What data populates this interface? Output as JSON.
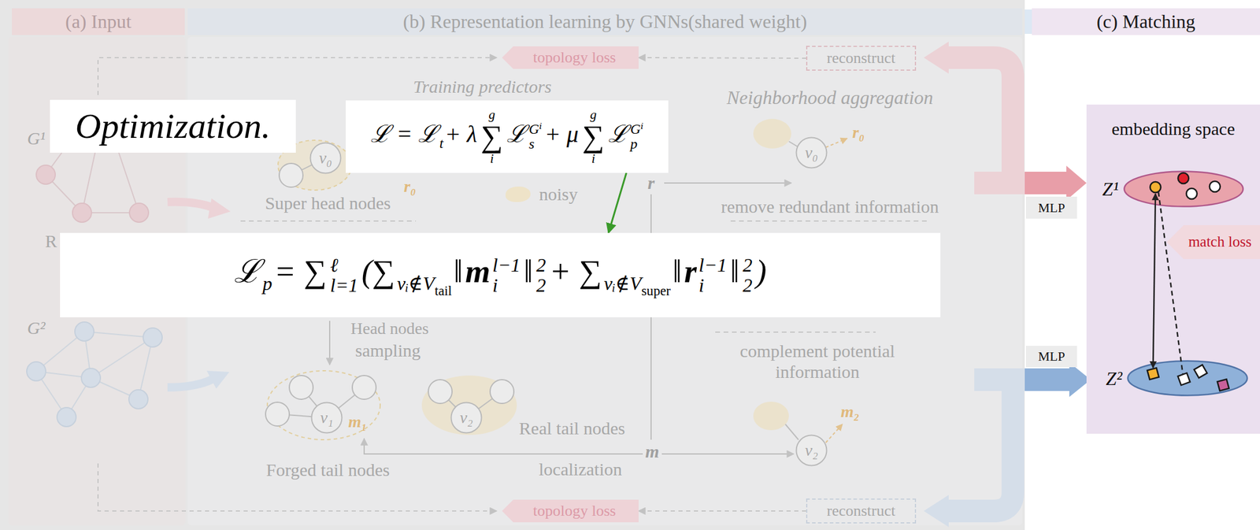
{
  "diagram": {
    "nodes": [
      {
        "text": [
          "(a) Input"
        ]
      },
      {
        "text": [
          "(b) Representation learning by GNNs(shared weight)"
        ]
      },
      {
        "text": [
          "(c) Matching"
        ]
      },
      {
        "text": [
          "topology loss"
        ]
      },
      {
        "text": [
          "reconstruct"
        ]
      },
      {
        "text": [
          "Optimization."
        ]
      },
      {
        "text": [
          "ℒ = ℒ",
          "t",
          "+ λ",
          "∑",
          "g",
          "i",
          "ℒ",
          "s",
          "Gⁱ",
          "+ μ",
          "∑",
          "g",
          "i",
          "ℒ",
          "p",
          "Gⁱ"
        ]
      },
      {
        "text": [
          "v₀"
        ]
      },
      {
        "text": [
          "v₀"
        ]
      },
      {
        "text": [
          "ℒ",
          "p",
          "= ∑",
          "l=1",
          "ℓ",
          "(∑",
          "vᵢ∉V",
          "tail",
          "‖",
          "m",
          "i",
          "l−1",
          "‖",
          "2",
          "2",
          "+ ∑",
          "vᵢ∉V",
          "super",
          "‖",
          "r",
          "i",
          "l−1",
          "‖",
          "2",
          "2",
          ")"
        ]
      },
      {
        "text": [
          "v₁"
        ]
      },
      {
        "text": [
          "v₂"
        ]
      },
      {
        "text": [
          "v₂"
        ]
      },
      {
        "text": [
          "topology loss"
        ]
      },
      {
        "text": [
          "reconstruct"
        ]
      },
      {
        "text": [
          "embedding space"
        ]
      },
      {
        "text": [
          "Z¹"
        ],
        "in": 15
      },
      {
        "text": [
          "match loss"
        ]
      },
      {
        "text": [
          "MLP"
        ]
      },
      {
        "text": [
          "Z²"
        ],
        "in": 15
      },
      {
        "text": [
          "MLP"
        ]
      }
    ],
    "edges": [
      {
        "from": 4,
        "to": 3,
        "arrow": "to"
      },
      {
        "from": 14,
        "to": 13,
        "arrow": "to"
      },
      {
        "from": 6,
        "to": 9,
        "arrow": "to"
      }
    ],
    "labels": [
      "G¹",
      "G²",
      "R",
      "Training predictors",
      "Neighborhood aggregation",
      "Super head nodes",
      "r₀",
      "r",
      "r₀",
      "remove redundant information",
      "Head nodes",
      "sampling",
      "complement potential information",
      "m₁",
      "Real tail nodes",
      "m₂",
      "m",
      "Forged tail nodes",
      "localization"
    ],
    "legend": [
      {
        "text": "noisy",
        "color": "#eee3c8"
      }
    ]
  }
}
